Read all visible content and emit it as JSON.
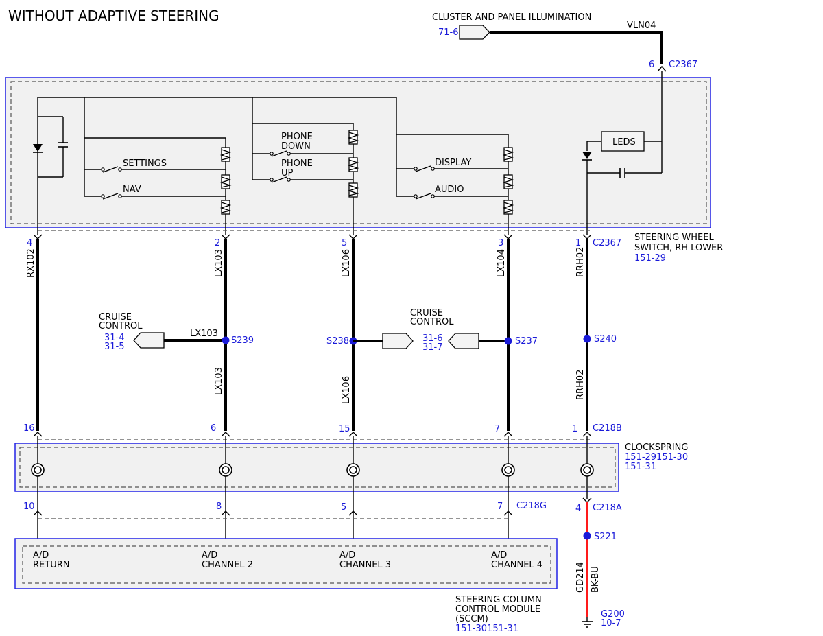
{
  "title": "WITHOUT ADAPTIVE STEERING",
  "illumination": {
    "label": "CLUSTER AND PANEL ILLUMINATION",
    "ref": "71-6",
    "circuit": "VLN04",
    "pin": "6",
    "connector": "C2367"
  },
  "switch_module": {
    "name_line1": "STEERING WHEEL",
    "name_line2": "SWITCH, RH LOWER",
    "ref": "151-29",
    "leds": "LEDS",
    "switches": {
      "settings": "SETTINGS",
      "nav": "NAV",
      "phone_down_1": "PHONE",
      "phone_down_2": "DOWN",
      "phone_up_1": "PHONE",
      "phone_up_2": "UP",
      "display": "DISPLAY",
      "audio": "AUDIO"
    }
  },
  "upper_pins": [
    "4",
    "2",
    "5",
    "3",
    "1"
  ],
  "upper_connector": "C2367",
  "circuits": {
    "rx102": "RX102",
    "lx103": "LX103",
    "lx106": "LX106",
    "lx104": "LX104",
    "rrh02": "RRH02"
  },
  "splices": {
    "s239": "S239",
    "s238": "S238",
    "s237": "S237",
    "s240": "S240",
    "s221": "S221"
  },
  "cruise_left": {
    "label1": "CRUISE",
    "label2": "CONTROL",
    "ref1": "31-4",
    "ref2": "31-5",
    "circuit": "LX103"
  },
  "cruise_right": {
    "label1": "CRUISE",
    "label2": "CONTROL",
    "ref1": "31-6",
    "ref2": "31-7"
  },
  "c218b_pins": [
    "16",
    "6",
    "15",
    "7",
    "1"
  ],
  "c218b": "C218B",
  "clockspring": {
    "name": "CLOCKSPRING",
    "ref1": "151-29151-30",
    "ref2": "151-31"
  },
  "c218g_pins": [
    "10",
    "8",
    "5",
    "7"
  ],
  "c218g": "C218G",
  "c218a_pin": "4",
  "c218a": "C218A",
  "sccm": {
    "channels": [
      {
        "line1": "A/D",
        "line2": "RETURN"
      },
      {
        "line1": "A/D",
        "line2": "CHANNEL 2"
      },
      {
        "line1": "A/D",
        "line2": "CHANNEL 3"
      },
      {
        "line1": "A/D",
        "line2": "CHANNEL 4"
      }
    ],
    "name_line1": "STEERING COLUMN",
    "name_line2": "CONTROL MODULE",
    "name_line3": "(SCCM)",
    "ref": "151-30151-31"
  },
  "ground": {
    "circuit": "GD214",
    "color": "BK-BU",
    "ref1": "G200",
    "ref2": "10-7"
  },
  "colors": {
    "box_border": "#2222e6",
    "reference_text": "#1a1ad9",
    "ground_wire": "#ff1a1a",
    "box_fill": "#f1f1f1"
  }
}
